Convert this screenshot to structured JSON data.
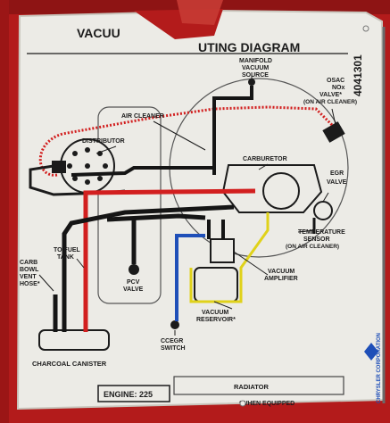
{
  "decal": {
    "title_left": "VACUU",
    "title_right": "UTING DIAGRAM",
    "part_number": "4041301",
    "brand": "CHRYSLER CORPORATION",
    "engine": "ENGINE: 225",
    "footnote": "*WHEN EQUIPPED"
  },
  "labels": {
    "manifold_1": "MANIFOLD",
    "manifold_2": "VACUUM",
    "manifold_3": "SOURCE",
    "osac_1": "OSAC",
    "osac_2": "NOx",
    "osac_3": "VALVE*",
    "osac_4": "(ON AIR CLEANER)",
    "air_cleaner": "AIR CLEANER",
    "distributor": "DISTRIBUTOR",
    "carburetor": "CARBURETOR",
    "egr_1": "EGR",
    "egr_2": "VALVE",
    "temp_1": "TEMPERATURE",
    "temp_2": "SENSOR",
    "temp_3": "(ON AIR CLEANER)",
    "carb_bowl_1": "CARB",
    "carb_bowl_2": "BOWL",
    "carb_bowl_3": "VENT",
    "carb_bowl_4": "HOSE*",
    "fuel_tank_1": "TO FUEL",
    "fuel_tank_2": "TANK",
    "pcv_1": "PCV",
    "pcv_2": "VALVE",
    "vac_amp_1": "VACUUM",
    "vac_amp_2": "AMPLIFIER",
    "vac_res_1": "VACUUM",
    "vac_res_2": "RESERVOIR*",
    "ccegr_1": "CCEGR",
    "ccegr_2": "SWITCH",
    "charcoal": "CHARCOAL CANISTER",
    "radiator": "RADIATOR"
  },
  "colors": {
    "background_red": "#b31b1b",
    "decal_paper": "#ecebe6",
    "ink": "#1b1b1b",
    "hose_red": "#d21f1f",
    "hose_blue": "#1f4fb8",
    "hose_yellow": "#e0d21a",
    "hose_black": "#151515"
  }
}
